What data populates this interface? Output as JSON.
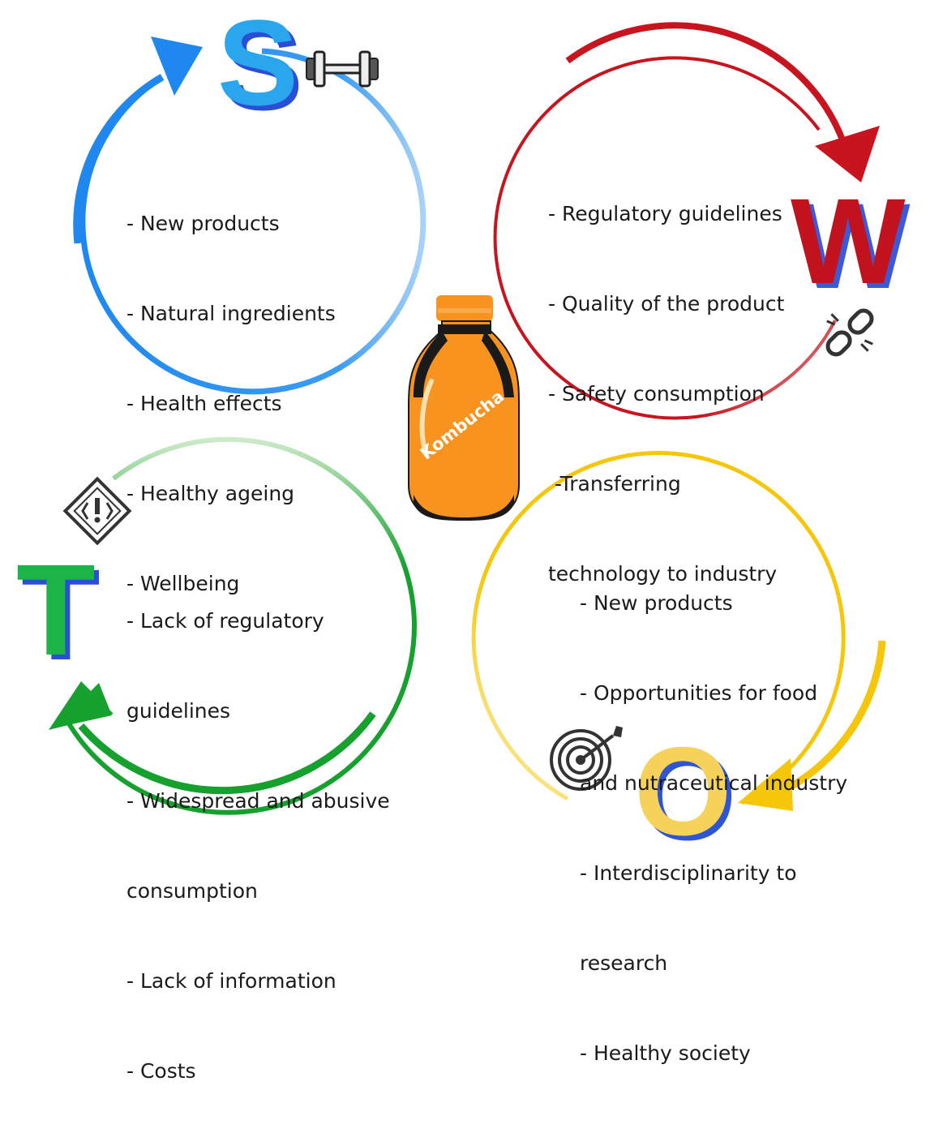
{
  "quadrants": {
    "strengths": {
      "letter": "S",
      "icon": "dumbbell-icon",
      "color": "#1e88f0",
      "items": [
        "- New products",
        "- Natural ingredients",
        "- Health effects",
        "- Healthy ageing",
        "- Wellbeing"
      ]
    },
    "weaknesses": {
      "letter": "W",
      "icon": "broken-chain-icon",
      "color": "#c8141e",
      "items": [
        "- Regulatory guidelines",
        "- Quality of the product",
        "- Safety consumption",
        " -Transferring",
        "technology to industry"
      ]
    },
    "threats": {
      "letter": "T",
      "icon": "warning-sign-icon",
      "color": "#16a02e",
      "items": [
        "- Lack of regulatory",
        "guidelines",
        "- Widespread and abusive",
        "consumption",
        "- Lack of information",
        "- Costs"
      ]
    },
    "opportunities": {
      "letter": "O",
      "icon": "target-icon",
      "color": "#f5c60a",
      "items": [
        "- New products",
        "- Opportunities for food",
        "and nutraceutical industry",
        "- Interdisciplinarity to",
        "research",
        "- Healthy society"
      ]
    }
  },
  "center": {
    "icon": "kombucha-bottle-icon",
    "label": "Kombucha",
    "color": "#f7931e"
  }
}
